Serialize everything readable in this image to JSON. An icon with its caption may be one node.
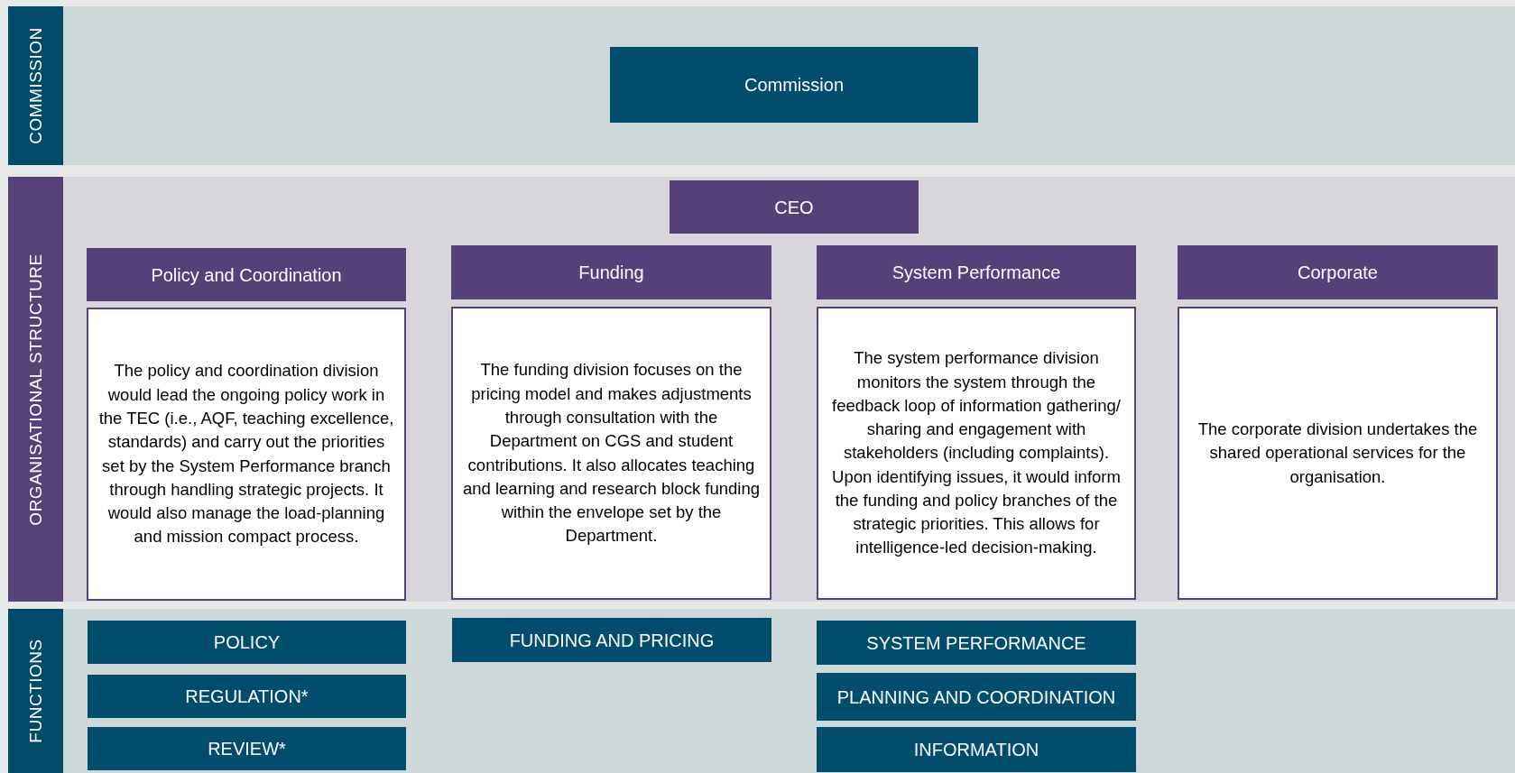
{
  "diagram": {
    "nodes": [
      {
        "text": [
          "COMMISSION"
        ]
      },
      {
        "text": [
          "Commission"
        ],
        "in": 0
      },
      {
        "text": [
          "ORGANISATIONAL STRUCTURE"
        ]
      },
      {
        "text": [
          "CEO"
        ],
        "in": 2
      },
      {
        "text": [
          "Policy and Coordination"
        ],
        "in": 2
      },
      {
        "text": [
          "The policy and coordination division would lead the ongoing policy work in the TEC (i.e., AQF, teaching excellence, standards) and carry out the priorities set by the System Performance branch through handling strategic projects. It would also manage the load-planning and mission compact process."
        ],
        "in": 2
      },
      {
        "text": [
          "Funding"
        ],
        "in": 2
      },
      {
        "text": [
          "The funding division focuses on the pricing model and makes adjustments through consultation with the Department on CGS and student contributions. It also allocates teaching and learning and research block funding within the envelope set by the Department."
        ],
        "in": 2
      },
      {
        "text": [
          "System Performance"
        ],
        "in": 2
      },
      {
        "text": [
          "The system performance division monitors the system through the feedback loop of information gathering/ sharing and engagement with stakeholders (including complaints). Upon identifying issues, it would inform the funding and policy branches of the strategic priorities. This allows for intelligence-led decision-making."
        ],
        "in": 2
      },
      {
        "text": [
          "Corporate"
        ],
        "in": 2
      },
      {
        "text": [
          "The corporate division undertakes the shared operational services for the organisation."
        ],
        "in": 2
      },
      {
        "text": [
          "FUNCTIONS"
        ]
      },
      {
        "text": [
          "POLICY"
        ],
        "in": 12
      },
      {
        "text": [
          "REGULATION*"
        ],
        "in": 12
      },
      {
        "text": [
          "REVIEW*"
        ],
        "in": 12
      },
      {
        "text": [
          "FUNDING AND PRICING"
        ],
        "in": 12
      },
      {
        "text": [
          "SYSTEM PERFORMANCE"
        ],
        "in": 12
      },
      {
        "text": [
          "PLANNING AND COORDINATION"
        ],
        "in": 12
      },
      {
        "text": [
          "INFORMATION"
        ],
        "in": 12
      }
    ],
    "edges": []
  }
}
